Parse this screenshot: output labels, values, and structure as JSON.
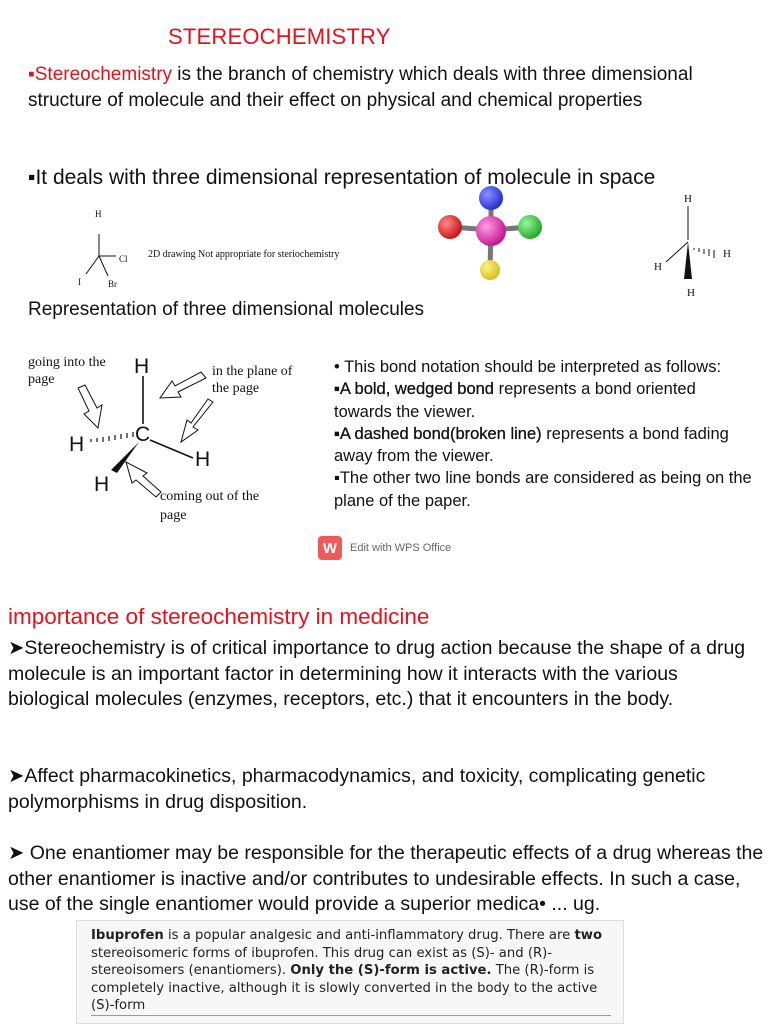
{
  "title": "STEREOCHEMISTRY",
  "intro": {
    "bullet": "▪",
    "term": "Stereochemistry",
    "rest": " is the branch of chemistry which deals with three dimensional structure of molecule and their effect on physical and chemical properties"
  },
  "intro2": "▪It deals with three dimensional representation of molecule in space",
  "drawing2d": {
    "atoms": [
      "H",
      "Cl",
      "I",
      "Br"
    ],
    "caption": "2D drawing Not appropriate for steriochemistry"
  },
  "wedge_small": {
    "atoms": [
      "H",
      "H",
      "H",
      "H"
    ]
  },
  "section_heading": "Representation of three dimensional molecules",
  "diagram": {
    "atom_top": "H",
    "atom_center": "C",
    "atom_left": "H",
    "atom_right": "H",
    "atom_bottom": "H",
    "label_going_into": "going into the page",
    "label_plane": "in the plane of the page",
    "label_coming_out": "coming out of the page"
  },
  "notes": {
    "intro": "• This bond notation should be interpreted as follows:",
    "bold_term": "▪A bold, wedged bond",
    "bold_rest": " represents a bond oriented towards the viewer.",
    "dashed_term": "▪A dashed bond(broken line)",
    "dashed_rest": " represents a bond fading away from the viewer.",
    "other": "▪The other two line bonds are considered as being on the plane of the paper."
  },
  "watermark": {
    "logo": "W",
    "text": "Edit with WPS Office"
  },
  "medicine": {
    "heading": "importance of stereochemistry in medicine",
    "p1": "➤Stereochemistry is of critical importance to drug action because the shape of a drug molecule is an important factor in determining how it interacts with the various biological molecules (enzymes, receptors, etc.) that it encounters in the body.",
    "p2": "➤Affect pharmacokinetics, pharmacodynamics, and toxicity, complicating genetic polymorphisms in drug disposition.",
    "p3": "➤ One enantiomer may be responsible for the therapeutic effects of a drug whereas the other enantiomer is inactive and/or contributes to undesirable effects. In such a case, use of the single enantiomer would provide a superior medica• ... ug."
  },
  "ibuprofen_box": {
    "name": "Ibuprofen",
    "t1": " is a popular analgesic and anti-inflammatory drug. There are ",
    "two": "two",
    "t2": " stereoisomeric forms of ibuprofen.",
    "t3": " This drug can exist as (S)- and (R)-stereoisomers (enantiomers). ",
    "only": "Only the (S)-form is active.",
    "t4": " The (R)-form is completely inactive, although it is slowly converted in the body to the active (S)-form"
  },
  "colors": {
    "accent_red": "#e8101a",
    "atom_blue": "#1f2bd1",
    "atom_red": "#e01818",
    "atom_green": "#22c02a",
    "atom_yellow": "#e8d21a",
    "atom_center": "#e01aa6",
    "wps_red": "#ef5a5a"
  }
}
